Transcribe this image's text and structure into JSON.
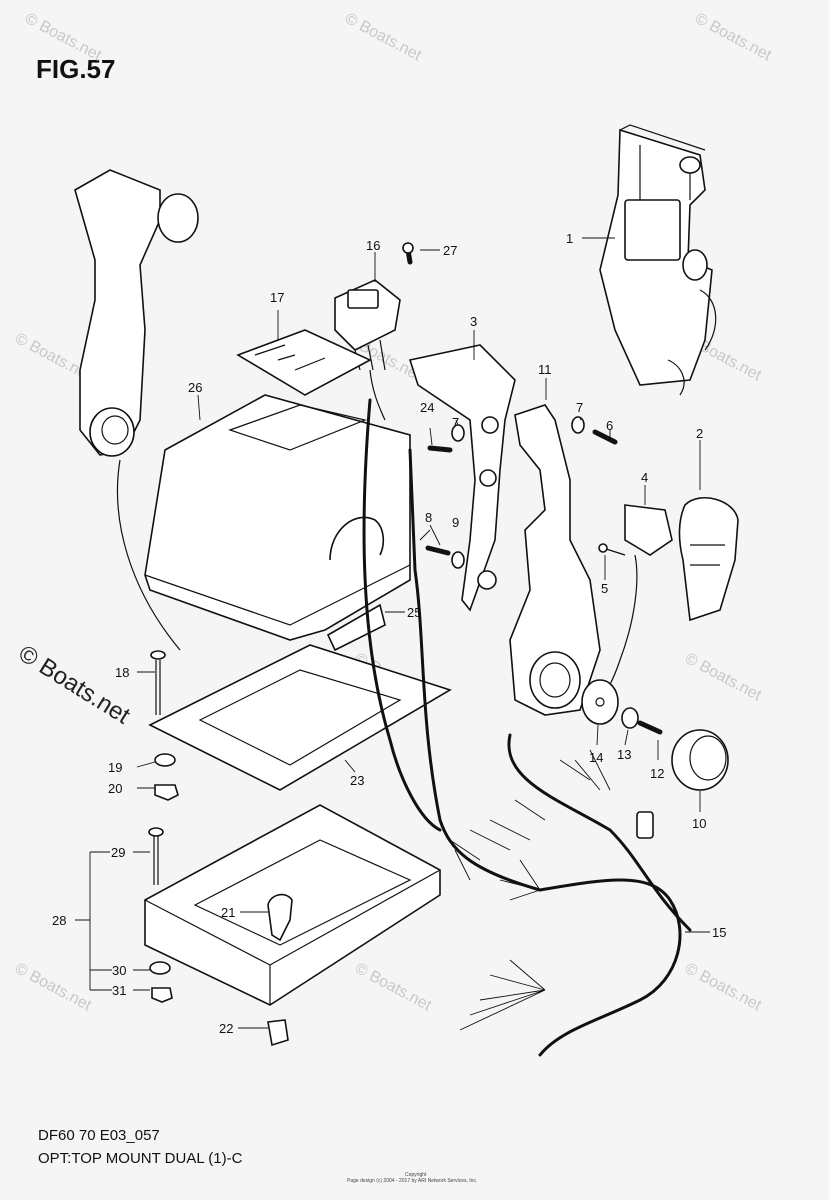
{
  "figure": {
    "title": "FIG.57",
    "model": "DF60 70 E03_057",
    "caption": "OPT:TOP MOUNT DUAL (1)-C",
    "copyright_title": "Copyright",
    "copyright_line": "Page design (c) 2004 - 2017 by ARI Network Services, Inc."
  },
  "watermark": {
    "text": "© Boats.net"
  },
  "callouts": [
    "1",
    "2",
    "3",
    "4",
    "5",
    "6",
    "7",
    "7",
    "8",
    "9",
    "10",
    "11",
    "12",
    "13",
    "14",
    "15",
    "16",
    "17",
    "18",
    "19",
    "20",
    "21",
    "22",
    "23",
    "24",
    "25",
    "26",
    "27",
    "28",
    "29",
    "30",
    "31"
  ]
}
